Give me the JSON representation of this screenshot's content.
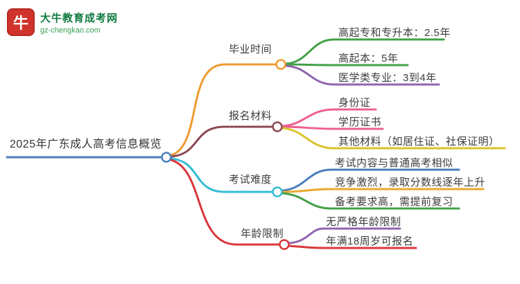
{
  "logo": {
    "icon_text": "牛",
    "title": "大牛教育成考网",
    "subtitle": "gz-chengkao.com"
  },
  "mindmap": {
    "root": {
      "label": "2025年广东成人高考信息概览",
      "color": "#4a7ebc"
    },
    "branches": [
      {
        "label": "毕业时间",
        "color": "#ee9b2f",
        "children": [
          {
            "label": "高起专和专升本：2.5年",
            "color": "#43a047"
          },
          {
            "label": "高起本：5年",
            "color": "#43a047"
          },
          {
            "label": "医学类专业：3到4年",
            "color": "#9065ae"
          }
        ]
      },
      {
        "label": "报名材料",
        "color": "#8c4a52",
        "children": [
          {
            "label": "身份证",
            "color": "#ee5f8f"
          },
          {
            "label": "学历证书",
            "color": "#ee5f8f"
          },
          {
            "label": "其他材料（如居住证、社保证明）",
            "color": "#d9c428"
          }
        ]
      },
      {
        "label": "考试难度",
        "color": "#35bcd4",
        "children": [
          {
            "label": "考试内容与普通高考相似",
            "color": "#4a7ebc"
          },
          {
            "label": "竞争激烈，录取分数线逐年上升",
            "color": "#e9a92e"
          },
          {
            "label": "备考要求高，需提前复习",
            "color": "#43a047"
          }
        ]
      },
      {
        "label": "年龄限制",
        "color": "#d8373c",
        "children": [
          {
            "label": "无严格年龄限制",
            "color": "#9065ae"
          },
          {
            "label": "年满18周岁可报名",
            "color": "#d8373c"
          }
        ]
      }
    ]
  }
}
